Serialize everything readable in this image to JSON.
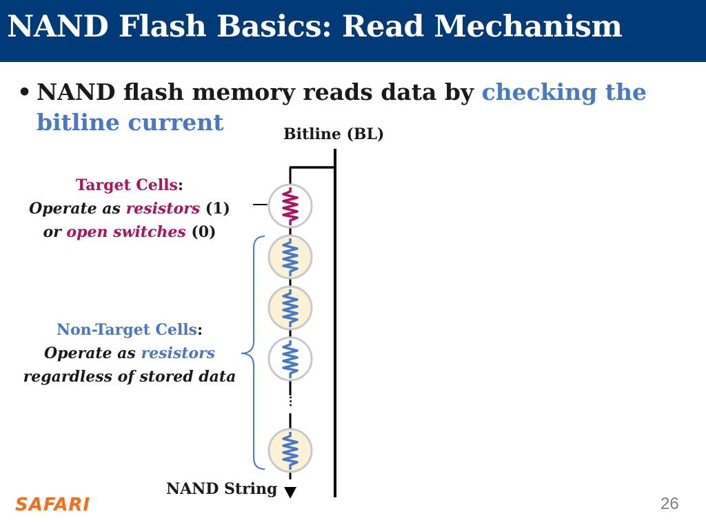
{
  "slide": {
    "title": "NAND Flash Basics: Read Mechanism",
    "bullet": {
      "mark": "•",
      "text_before": "NAND flash memory reads data by ",
      "text_highlight": "checking the bitline current"
    },
    "bitline_label": "Bitline (BL)",
    "nand_string_label": "NAND String",
    "target_cells": {
      "title": "Target Cells",
      "colon": ":",
      "line2_prefix": "Operate as ",
      "line2_highlight": "resistors",
      "line2_suffix": " (1)",
      "line3_prefix": "or ",
      "line3_highlight": "open switches",
      "line3_suffix": " (0)"
    },
    "non_target_cells": {
      "title": "Non-Target Cells",
      "colon": ":",
      "line2_prefix": "Operate as ",
      "line2_highlight": "resistors",
      "line3": "regardless of stored data"
    },
    "ellipsis": "…",
    "logo": "SAFARI",
    "page_number": "26"
  },
  "colors": {
    "title_bar": "#003a78",
    "highlight_blue": "#4a78c8",
    "target_magenta": "#b0105e",
    "cell_fill": "#fbf1d4",
    "logo_orange": "#ff6a14"
  }
}
